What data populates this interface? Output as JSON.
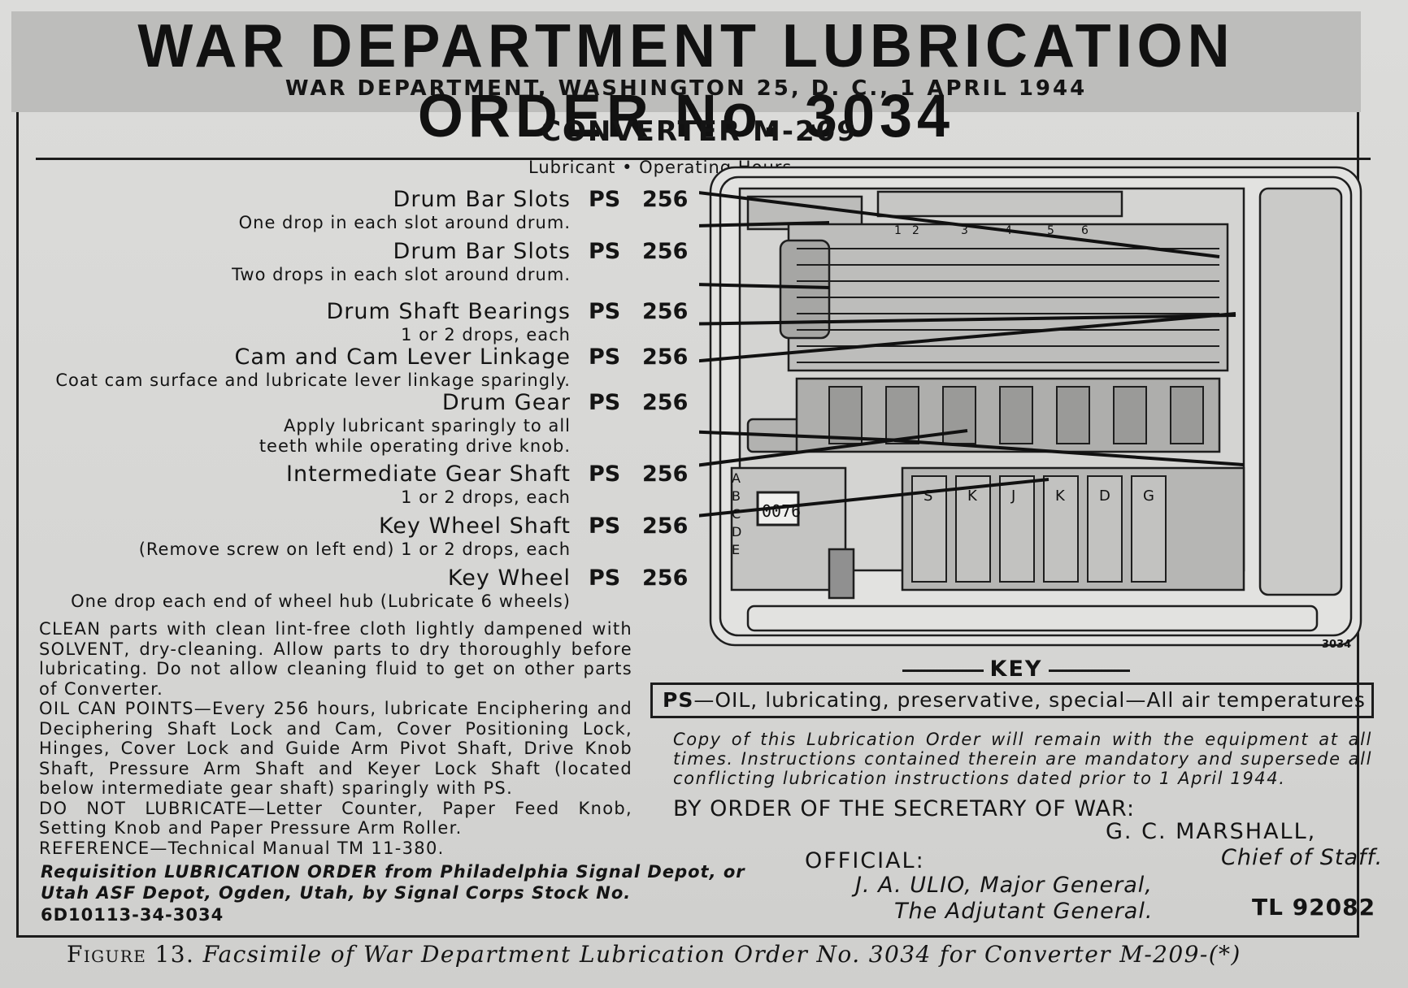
{
  "header": {
    "title": "WAR DEPARTMENT LUBRICATION ORDER No. 3034",
    "subtitle": "WAR DEPARTMENT, WASHINGTON 25, D. C., 1 APRIL 1944"
  },
  "unit_title": "CONVERTER M-209",
  "column_header": "Lubricant • Operating Hours",
  "items": [
    {
      "name": "Drum Bar Slots",
      "lubricant": "PS",
      "hours": "256",
      "desc": [
        "One drop in each slot around drum."
      ]
    },
    {
      "name": "Drum Bar Slots",
      "lubricant": "PS",
      "hours": "256",
      "desc": [
        "Two drops in each slot around drum."
      ]
    },
    {
      "name": "Drum Shaft Bearings",
      "lubricant": "PS",
      "hours": "256",
      "desc": [
        "1 or 2 drops, each"
      ]
    },
    {
      "name": "Cam and Cam Lever Linkage",
      "lubricant": "PS",
      "hours": "256",
      "desc": [
        "Coat cam surface and lubricate lever linkage sparingly."
      ]
    },
    {
      "name": "Drum Gear",
      "lubricant": "PS",
      "hours": "256",
      "desc": [
        "Apply lubricant sparingly to all",
        "teeth while operating drive knob."
      ]
    },
    {
      "name": "Intermediate Gear Shaft",
      "lubricant": "PS",
      "hours": "256",
      "desc": [
        "1 or 2 drops, each"
      ]
    },
    {
      "name": "Key Wheel Shaft",
      "lubricant": "PS",
      "hours": "256",
      "desc": [
        "(Remove screw on left end) 1 or 2 drops, each"
      ]
    },
    {
      "name": "Key Wheel",
      "lubricant": "PS",
      "hours": "256",
      "desc": [
        "One drop each end of wheel hub (Lubricate 6 wheels)"
      ]
    }
  ],
  "notes": [
    "CLEAN parts with clean lint-free cloth lightly dampened with SOLVENT, dry-cleaning. Allow parts to dry thoroughly before lubricating. Do not allow cleaning fluid to get on other parts of Converter.",
    "OIL CAN POINTS—Every 256 hours, lubricate Enciphering and Deciphering Shaft Lock and Cam, Cover Positioning Lock, Hinges, Cover Lock and Guide Arm Pivot Shaft, Drive Knob Shaft, Pressure Arm Shaft and Keyer Lock Shaft (located below intermediate gear shaft) sparingly with PS.",
    "DO NOT LUBRICATE—Letter Counter, Paper Feed Knob, Setting Knob and Paper Pressure Arm Roller.",
    "REFERENCE—Technical Manual TM 11-380."
  ],
  "requisition": "Requisition LUBRICATION ORDER from Philadelphia Signal Depot, or Utah ASF Depot, Ogden, Utah, by Signal Corps Stock No.",
  "stock_number": "6D10113-34-3034",
  "diagram": {
    "counter": "0076",
    "wheel_numbers": [
      "1",
      "2",
      "3",
      "4",
      "5",
      "6"
    ],
    "figure_number": "3034",
    "left_letters": [
      "A",
      "B",
      "C",
      "D",
      "E"
    ],
    "wheel_letters": [
      "S",
      "K",
      "J",
      "K",
      "D",
      "G"
    ]
  },
  "key": {
    "title": "KEY",
    "code": "PS",
    "text": "—OIL, lubricating, preservative, special—All air temperatures"
  },
  "copy_note": "Copy of this Lubrication Order will remain with the equipment at all times. Instructions contained therein are mandatory and supersede all conflicting lubrication instructions dated prior to 1 April 1944.",
  "authority": {
    "by_order": "BY ORDER OF THE SECRETARY OF WAR:",
    "chief_name": "G. C. MARSHALL,",
    "chief_title": "Chief of Staff.",
    "official": "OFFICIAL:",
    "adjutant_name": "J. A. ULIO, Major General,",
    "adjutant_title": "The Adjutant General."
  },
  "tl_number": "TL 92082",
  "caption": {
    "lead": "Figure 13.",
    "rest": "Facsimile of War Department Lubrication Order No. 3034 for Converter M-209-(*)"
  }
}
